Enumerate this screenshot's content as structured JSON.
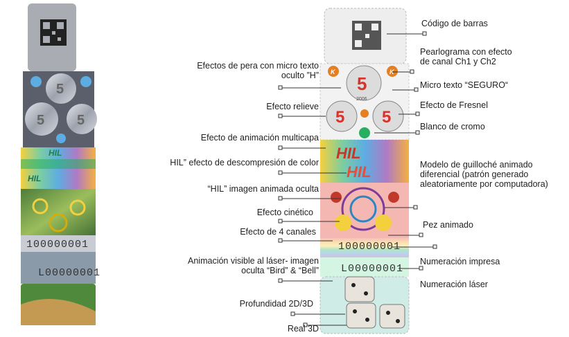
{
  "colors": {
    "label_text": "#222222",
    "leader_line": "#333333",
    "hologram_silver": "#b9bcc4",
    "hologram_green": "#6aa84f",
    "numeral_red": "#d9322a",
    "badge_orange": "#e67e22"
  },
  "strip_left": {
    "serial": "100000001",
    "laser_serial": "L00000001",
    "coin_numeral": "5",
    "hil_text": "HIL"
  },
  "strip_right": {
    "serial": "100000001",
    "laser_serial": "L00000001",
    "coin_numeral": "5",
    "badge_letter": "K",
    "coin_year": "2006",
    "hil_text": "HIL"
  },
  "labels_left": [
    {
      "id": "pear",
      "text": "Efectos de pera con micro texto oculto ”H”"
    },
    {
      "id": "relief",
      "text": "Efecto relieve"
    },
    {
      "id": "multilayer",
      "text": "Efecto de animación multicapa"
    },
    {
      "id": "decompression",
      "text": "HIL” efecto de descompresión de color"
    },
    {
      "id": "hidden-anim",
      "text": "“HIL” imagen animada oculta"
    },
    {
      "id": "kinetic",
      "text": "Efecto cinético"
    },
    {
      "id": "four-channel",
      "text": "Efecto de 4 canales"
    },
    {
      "id": "laser-visible",
      "text": "Animación visible al láser- imagen oculta “Bird” & “Bell”"
    },
    {
      "id": "depth",
      "text": "Profundidad 2D/3D"
    },
    {
      "id": "real3d",
      "text": "Real 3D"
    }
  ],
  "labels_right": [
    {
      "id": "barcode",
      "text": "Código de barras"
    },
    {
      "id": "pearlogram",
      "text": "Pearlograma con efecto de canal Ch1 y Ch2"
    },
    {
      "id": "microtext",
      "text": "Micro texto “SEGURO“"
    },
    {
      "id": "fresnel",
      "text": "Efecto de Fresnel"
    },
    {
      "id": "chrome",
      "text": "Blanco de cromo"
    },
    {
      "id": "guilloche",
      "text": "Modelo de guilloché animado diferencial (patrón generado aleatoriamente por computadora)"
    },
    {
      "id": "fish",
      "text": "Pez animado"
    },
    {
      "id": "printed-num",
      "text": "Numeración impresa"
    },
    {
      "id": "laser-num",
      "text": "Numeración láser"
    }
  ]
}
